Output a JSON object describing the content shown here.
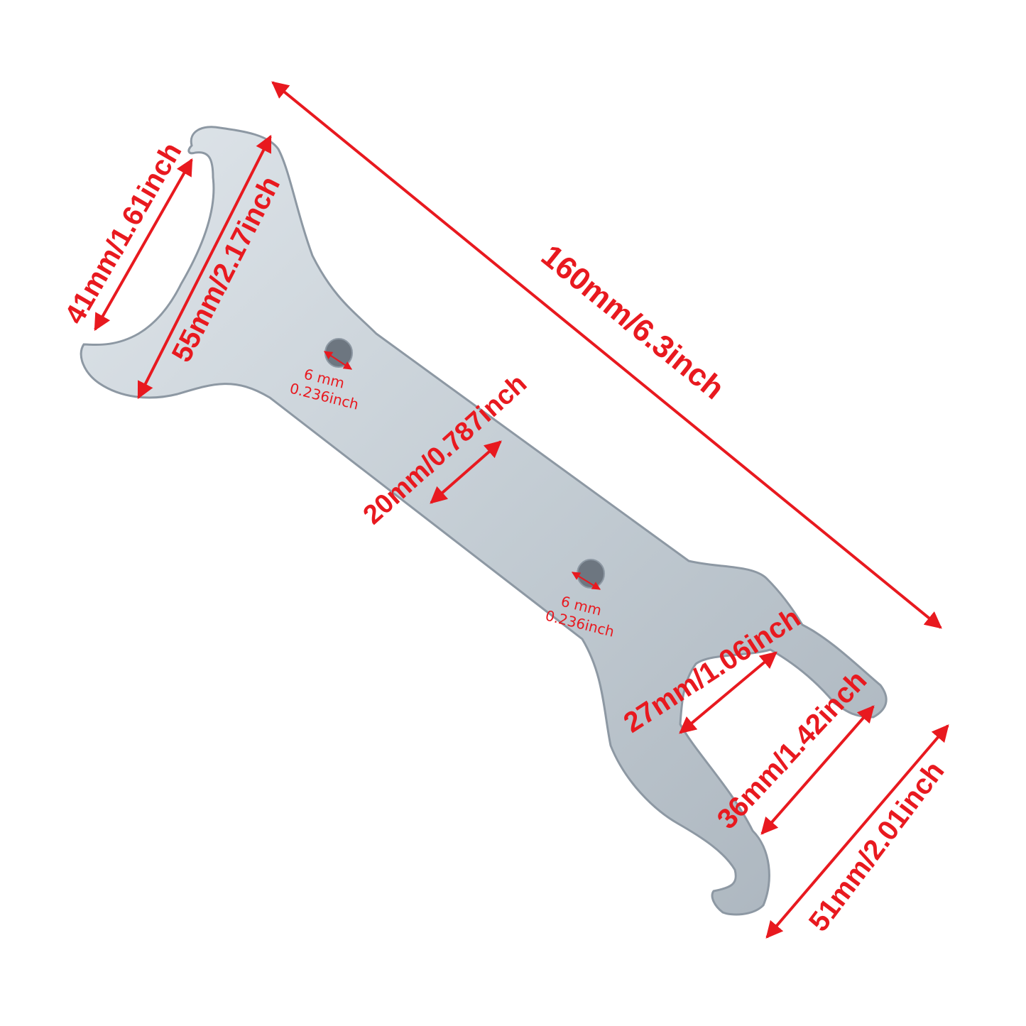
{
  "product": {
    "colors": {
      "background": "#ffffff",
      "metal_light": "#d6dde3",
      "metal_mid": "#b9c3cb",
      "metal_dark": "#8d98a3",
      "hole": "#6d7680",
      "annotation_red": "#e8191f"
    }
  },
  "dimensions": {
    "overall_length": "160mm/6.3inch",
    "top_jaw_opening": "41mm/1.61inch",
    "top_jaw_outer": "55mm/2.17inch",
    "handle_width": "20mm/0.787inch",
    "hole_top_mm": "6 mm",
    "hole_top_inch": "0.236inch",
    "hole_bottom_mm": "6 mm",
    "hole_bottom_inch": "0.236inch",
    "bottom_inner_jaw": "27mm/1.06inch",
    "bottom_mid_jaw": "36mm/1.42inch",
    "bottom_outer_jaw": "51mm/2.01inch"
  }
}
